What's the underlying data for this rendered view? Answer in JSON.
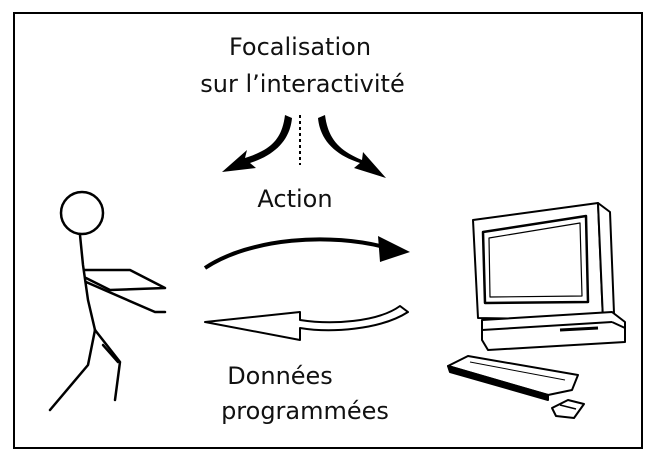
{
  "diagram": {
    "focus_line1": "Focalisation",
    "focus_line2": "sur l’interactivité",
    "action_label": "Action",
    "data_line1": "Données",
    "data_line2": "programmées"
  },
  "colors": {
    "ink": "#000000",
    "screen_fill": "#ffffff"
  },
  "icons": {
    "person": "stick-figure-icon",
    "computer": "desktop-computer-icon"
  }
}
